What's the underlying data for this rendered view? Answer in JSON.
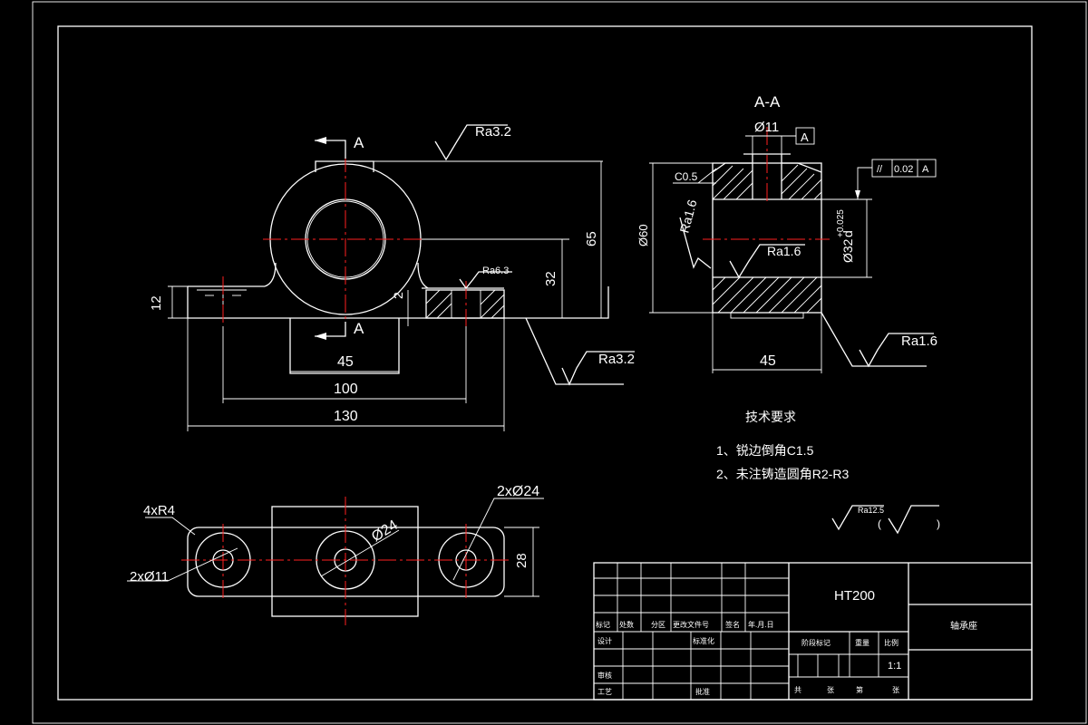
{
  "views": {
    "front": {
      "section_mark": "A",
      "dims": {
        "d45": "45",
        "d100": "100",
        "d130": "130",
        "d12": "12",
        "d32": "32",
        "d65": "65",
        "d2": "2"
      },
      "roughness": {
        "top": "Ra3.2",
        "hole": "Ra6.3",
        "base": "Ra3.2"
      }
    },
    "section": {
      "title": "A-A",
      "dims": {
        "d11": "Ø11",
        "d60": "Ø60",
        "d45": "45",
        "d32": "Ø32",
        "d32_tol": "+0.025",
        "d32_fit": "d",
        "c05": "C0.5"
      },
      "roughness": {
        "left": "Ra1.6",
        "mid": "Ra1.6",
        "right": "Ra1.6"
      },
      "datum": "A",
      "tolerance": {
        "symbol": "//",
        "value": "0.02",
        "datum": "A"
      }
    },
    "top": {
      "dims": {
        "r4": "4xR4",
        "d11": "2xØ11",
        "d24a": "2xØ24",
        "d24b": "Ø24",
        "d28": "28"
      }
    }
  },
  "notes": {
    "title": "技术要求",
    "items": [
      "1、锐边倒角C1.5",
      "2、未注铸造圆角R2-R3"
    ]
  },
  "surface_symbol": {
    "value": "Ra12.5",
    "open": "(",
    "close": ")"
  },
  "title_block": {
    "material": "HT200",
    "part_name": "轴承座",
    "scale": "1:1",
    "labels": {
      "mark": "标记",
      "count": "处数",
      "zone": "分区",
      "doc_no": "更改文件号",
      "sign": "签名",
      "date": "年.月.日",
      "design": "设计",
      "standard": "标准化",
      "stage": "阶段标记",
      "weight": "重量",
      "scale": "比例",
      "review": "审核",
      "process": "工艺",
      "approve": "批准",
      "sheets": "共",
      "sheet": "张",
      "of": "第",
      "page": "张"
    }
  }
}
